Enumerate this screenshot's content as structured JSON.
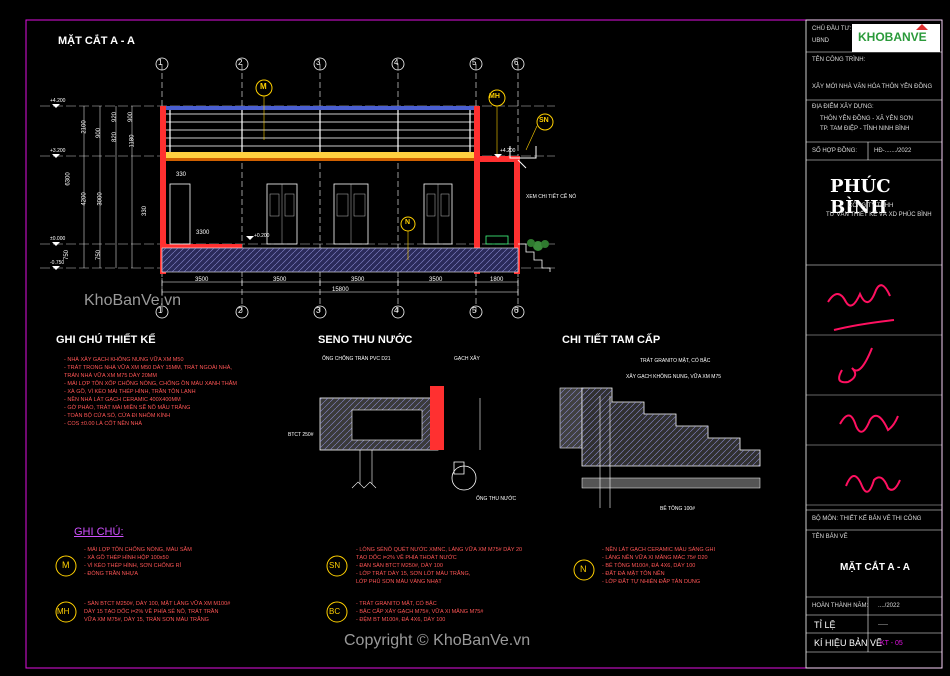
{
  "title_section": "MẶT CẮT A - A",
  "grid_labels": [
    "1",
    "2",
    "3",
    "4",
    "5",
    "6"
  ],
  "tag_labels": {
    "m": "M",
    "mh": "MH",
    "sn": "SN",
    "n": "N"
  },
  "dims_bottom": [
    "3500",
    "3500",
    "3500",
    "3500",
    "1800"
  ],
  "dim_total": "15800",
  "dims_left": [
    "2100",
    "4200",
    "900",
    "3000",
    "750",
    "750",
    "6300"
  ],
  "dims_inner": [
    "920",
    "1180",
    "900",
    "820",
    "330",
    "330",
    "3300"
  ],
  "levels": [
    "+4.200",
    "+3.200",
    "±0.000",
    "-0.750",
    "+0.200",
    "+4.200"
  ],
  "callout_text": "XEM CHI TIẾT CẼ NÓ",
  "headings": {
    "ghichu_thietke": "GHI CHÚ THIẾT KẾ",
    "seno": "SENO THU NƯỚC",
    "tamcap": "CHI TIẾT TAM CẤP",
    "ghichu": "GHI CHÚ:"
  },
  "design_notes": [
    "- NHÀ XÂY GẠCH KHÔNG NUNG VỮA XM M50",
    "- TRÁT TRONG NHÀ VỮA XM M50 DÀY 15MM, TRÁT NGOÀI NHÀ,",
    "  TRÁN NHÀ VỮA XM M75 DÀY 20MM",
    "- MÁI LỢP TÔN XỐP CHỐNG NÓNG, CHỐNG ỒN MÀU XANH THẪM",
    "- XÀ GỒ, VÌ KÈO MÁI THÉP HÌNH, TRẦN TÔN LẠNH",
    "- NỀN NHÀ LÁT GẠCH CERAMIC 400X400MM",
    "- GỜ PHÀO, TRÁT MÀI MIỀN SẼ NỒ MẦU TRẮNG",
    "- TOÀN BỘ CỬA SỔ, CỬA ĐI NHÔM KÍNH",
    "- COS ±0.00 LÀ CỐT NỀN NHÀ"
  ],
  "seno_labels": [
    "ỐNG CHỐNG TRÀN PVC D21",
    "GẠCH XÂY",
    "BTCT 250#",
    "ỐNG THU NƯỚC"
  ],
  "tamcap_labels": [
    "TRÁT GRANITO MẶT, CỔ BẬC",
    "XÂY GẠCH KHÔNG NUNG, VỮA XM M75",
    "BÊ TÔNG 100#"
  ],
  "legend": [
    {
      "tag": "M",
      "lines": [
        "- MÁI LỢP TÔN CHỐNG NÓNG, MÀU SẪM",
        "- XÀ GỒ THÉP HÌNH HỘP 100x50",
        "- VÌ KÈO THÉP HÌNH, SƠN CHỐNG RỈ",
        "- ĐÓNG TRẦN NHỰA"
      ]
    },
    {
      "tag": "MH",
      "lines": [
        "- SÀN BTCT M250#, DÀY 100, MẶT LÁNG VỮA XM M100#",
        "  DÀY 15 TẠO DỐC i=2% VỀ PHÍA SÊ NÔ, TRÁT TRẦN",
        "  VỮA XM M75#, DÀY 15, TRÁN SƠN MÀU TRẮNG"
      ]
    },
    {
      "tag": "SN",
      "lines": [
        "- LÒNG SÊNÔ QUÉT NƯỚC XMNC, LÁNG VỮA XM M75# DÀY 20",
        "  TẠO DỐC i=2% VỀ PHÍA THOÁT NƯỚC",
        "- ĐAN SÀN BTCT M250#, DÀY 100",
        "- LỚP TRÁT DÀY 15, SƠN LÓT MÀU TRẮNG,",
        "  LỚP PHỦ SƠN MÀU VÀNG NHẠT"
      ]
    },
    {
      "tag": "BC",
      "lines": [
        "- TRÁT GRANITO MẶT, CỔ BẬC",
        "- BẬC CẤP XÂY GẠCH M75#, VỮA XI MĂNG M75#",
        "- ĐỆM BT M100#, ĐÁ 4X6, DÀY 100"
      ]
    },
    {
      "tag": "N",
      "lines": [
        "- NỀN LÁT GẠCH CERAMIC MÀU SÁNG GHI",
        "- LÁNG NỀN VỮA XI MĂNG MÁC 75# D20",
        "- BÊ TÔNG M100#, ĐÁ 4X6, DÀY 100",
        "- ĐẤT ĐÁ MẶT TÔN NỀN",
        "- LỚP ĐẤT TỰ NHIÊN ĐẮP TÂN DUNG"
      ]
    }
  ],
  "title_block": {
    "r1": "CHỦ ĐẦU TƯ:",
    "r1b": "UBND",
    "r2": "TÊN CÔNG TRÌNH:",
    "r3": "XÂY MỚI NHÀ VĂN HÓA THÔN YÊN ĐỒNG",
    "r4": "ĐỊA ĐIỂM XÂY DỰNG:",
    "r5": "THÔN YÊN ĐỒNG - XÃ YÊN SƠN",
    "r6": "TP. TAM ĐIỆP - TỈNH NINH BÌNH",
    "r7": "SỐ HỢP ĐỒNG:",
    "r7b": "HĐ-......./2022",
    "company": "PHÚC BÌNH",
    "company_sub1": "CÔNG TY TNHH",
    "company_sub2": "TƯ VẤN THIẾT KẾ VÀ XD PHÚC BÌNH",
    "drawing_name": "MẶT CẮT A - A",
    "done": "HOÀN THÀNH NĂM:",
    "done_val": "..../2022",
    "scale": "TỈ LỆ",
    "scale_val": "-----",
    "sheet": "KÍ HIỆU BẢN VẼ",
    "sheet_val": "KT - 05",
    "r_title": "BỘ MÔN:",
    "r_title_val": "THIẾT KẾ BẢN VẼ THI CÔNG",
    "tenbv": "TÊN BẢN VẼ"
  },
  "watermarks": {
    "a": "KhoBanVe.vn",
    "b": "Copyright © KhoBanVe.vn"
  },
  "logo": {
    "text": "KHOBANVE"
  }
}
